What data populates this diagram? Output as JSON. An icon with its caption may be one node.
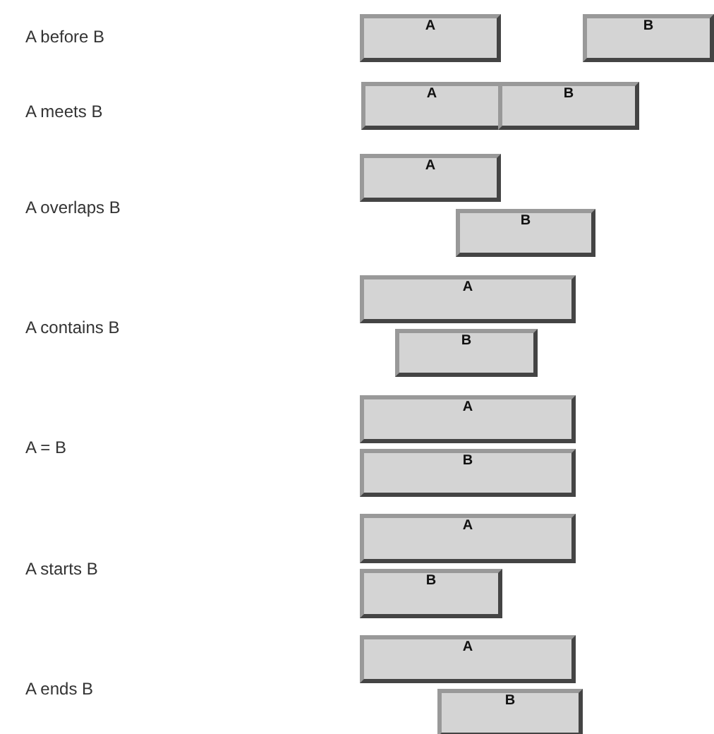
{
  "diagram": {
    "nodes": [
      {
        "text": [
          "A"
        ]
      },
      {
        "text": [
          "B"
        ]
      },
      {
        "text": [
          "A"
        ]
      },
      {
        "text": [
          "B"
        ]
      },
      {
        "text": [
          "A"
        ]
      },
      {
        "text": [
          "B"
        ]
      },
      {
        "text": [
          "A"
        ]
      },
      {
        "text": [
          "B"
        ]
      },
      {
        "text": [
          "A"
        ]
      },
      {
        "text": [
          "B"
        ]
      },
      {
        "text": [
          "A"
        ]
      },
      {
        "text": [
          "B"
        ]
      },
      {
        "text": [
          "A"
        ]
      },
      {
        "text": [
          "B"
        ]
      }
    ],
    "labels": [
      "A before B",
      "A meets B",
      "A overlaps B",
      "A contains B",
      "A = B",
      "A starts B",
      "A ends B"
    ]
  }
}
